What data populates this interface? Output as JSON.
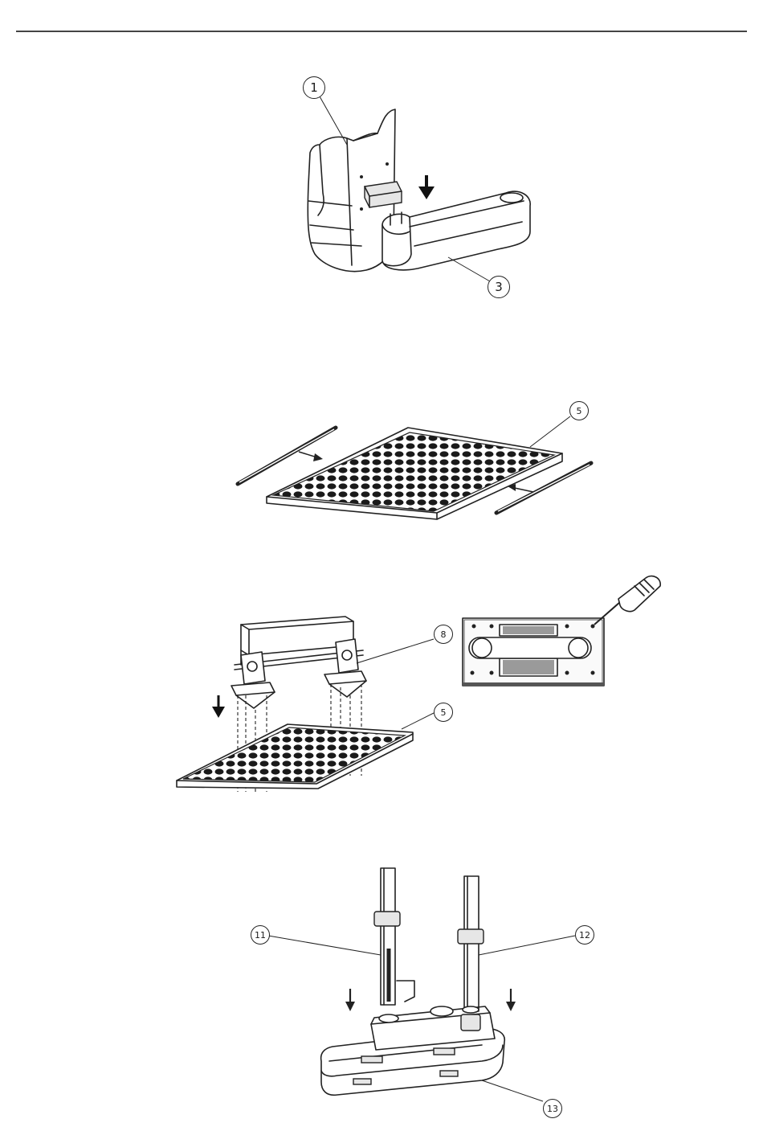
{
  "figures": [
    {
      "id": "fig1",
      "callouts": [
        "1",
        "3"
      ]
    },
    {
      "id": "fig2",
      "callouts": [
        "5"
      ]
    },
    {
      "id": "fig3",
      "callouts": [
        "8",
        "5"
      ]
    },
    {
      "id": "fig4",
      "callouts": [
        "11",
        "12",
        "13"
      ]
    }
  ],
  "icons": [
    "down-arrow-icon",
    "right-arrow-icon",
    "left-arrow-icon",
    "screwdriver-icon"
  ],
  "colors": {
    "line": "#222222",
    "background": "#ffffff"
  }
}
